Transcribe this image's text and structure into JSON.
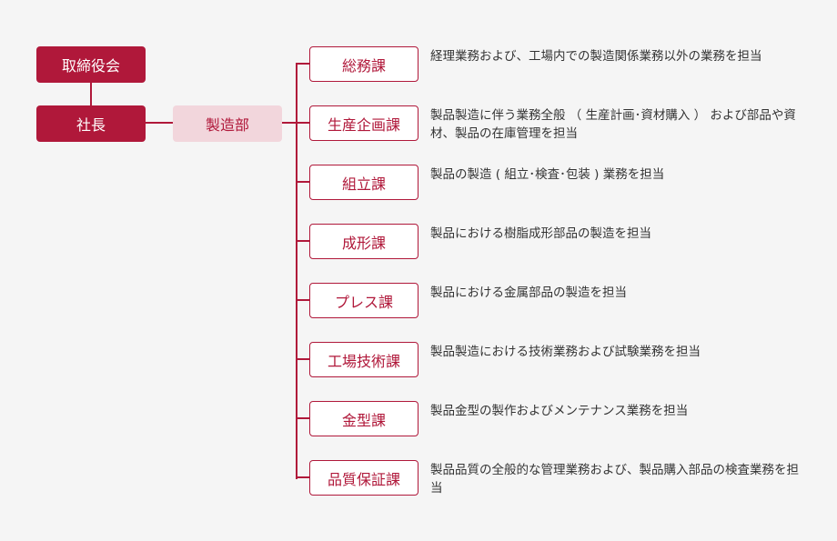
{
  "board": "取締役会",
  "president": "社長",
  "division": "製造部",
  "sections": [
    {
      "name": "総務課",
      "description": "経理業務および、工場内での製造関係業務以外の業務を担当"
    },
    {
      "name": "生産企画課",
      "description": "製品製造に伴う業務全般 （ 生産計画･資材購入 ） および部品や資材、製品の在庫管理を担当"
    },
    {
      "name": "組立課",
      "description": "製品の製造 ( 組立･検査･包装 ) 業務を担当"
    },
    {
      "name": "成形課",
      "description": "製品における樹脂成形部品の製造を担当"
    },
    {
      "name": "プレス課",
      "description": "製品における金属部品の製造を担当"
    },
    {
      "name": "工場技術課",
      "description": "製品製造における技術業務および試験業務を担当"
    },
    {
      "name": "金型課",
      "description": "製品金型の製作およびメンテナンス業務を担当"
    },
    {
      "name": "品質保証課",
      "description": "製品品質の全般的な管理業務および、製品購入部品の検査業務を担当"
    }
  ],
  "colors": {
    "primary": "#b0183a",
    "light": "#f2d6dc",
    "background": "#f5f5f5"
  }
}
